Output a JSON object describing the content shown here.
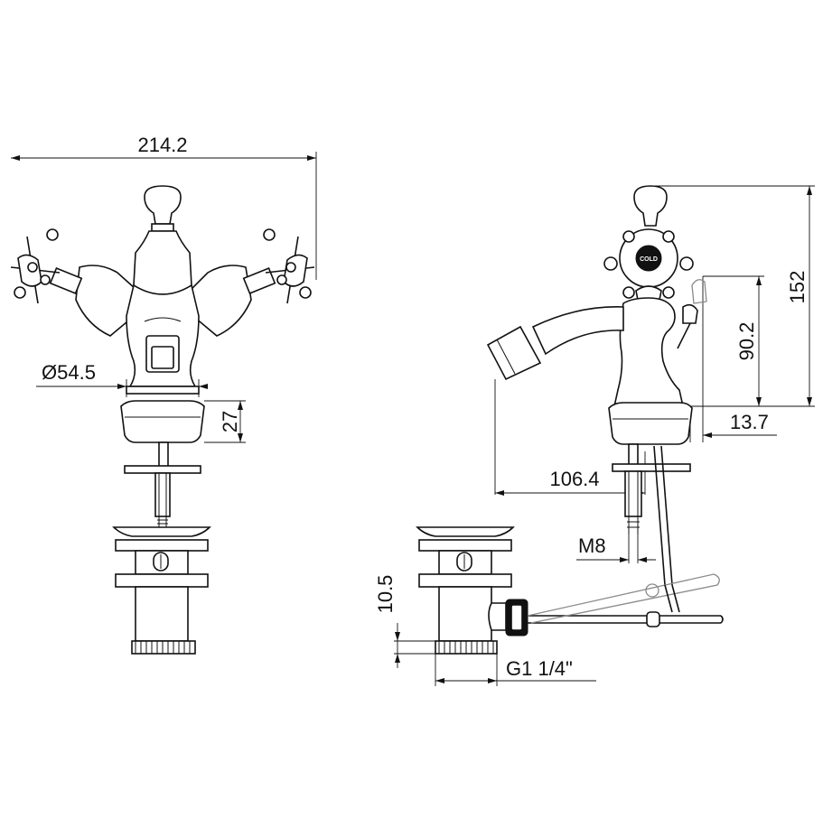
{
  "colors": {
    "line": "#111111",
    "background": "#ffffff",
    "secondary_line": "#8a8a8a"
  },
  "front_view": {
    "width_dim": "214.2",
    "diameter_dim": "Ø54.5",
    "base_height_dim": "27"
  },
  "side_view": {
    "total_height_dim": "152",
    "spout_height_dim": "90.2",
    "base_offset_dim": "13.7",
    "spout_reach_dim": "106.4",
    "thread_dim": "M8",
    "waste_height_dim": "10.5",
    "waste_thread_dim": "G1 1/4\"",
    "handle_label": "COLD"
  }
}
